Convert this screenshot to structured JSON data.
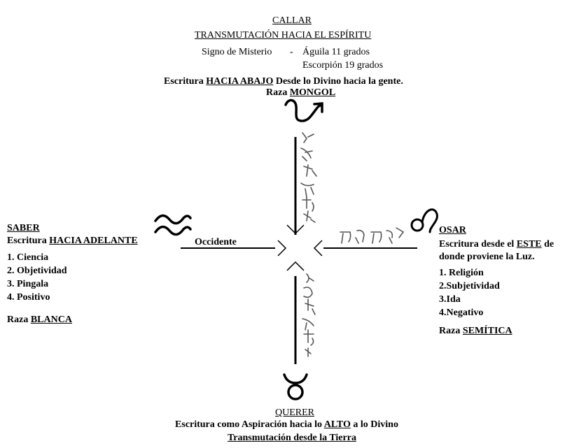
{
  "north": {
    "heading": "CALLAR",
    "subtitle": "TRANSMUTACIÓN HACIA EL ESPÍRITU",
    "sign_label": "Signo de Misterio",
    "sign_dash": "-",
    "sign_value1": "Águila 11 grados",
    "sign_value2": "Escorpión 19 grados",
    "writing_prefix": "Escritura",
    "writing_dir": "HACIA ABAJO",
    "writing_rest": "Desde lo Divino  hacia la gente.",
    "race_prefix": "Raza",
    "race_name": "MONGOL"
  },
  "west": {
    "heading": "SABER",
    "writing_prefix": "Escritura",
    "writing_dir": "HACIA ADELANTE",
    "list": [
      "1. Ciencia",
      "2. Objetividad",
      "3. Pingala",
      "4. Positivo"
    ],
    "race_prefix": "Raza",
    "race_name": "BLANCA",
    "arm_label": "Occidente"
  },
  "east": {
    "heading": "OSAR",
    "writing_prefix": "Escritura desde el",
    "writing_dir": "ESTE",
    "writing_suffix": "de",
    "writing_line2": "donde proviene la Luz.",
    "list": [
      "1. Religión",
      "2.Subjetividad",
      "3.Ida",
      "4.Negativo"
    ],
    "race_prefix": "Raza",
    "race_name": "SEMÍTICA"
  },
  "south": {
    "heading": "QUERER",
    "writing_prefix": "Escritura como Aspiración hacia lo",
    "writing_dir": "ALTO",
    "writing_rest": "a lo Divino",
    "transmutation": "Transmutación desde la Tierra"
  },
  "icons": {
    "north": "scorpio-icon",
    "west": "aquarius-icon",
    "east": "leo-icon",
    "south": "taurus-icon"
  },
  "colors": {
    "ink": "#000000",
    "background": "#ffffff"
  }
}
